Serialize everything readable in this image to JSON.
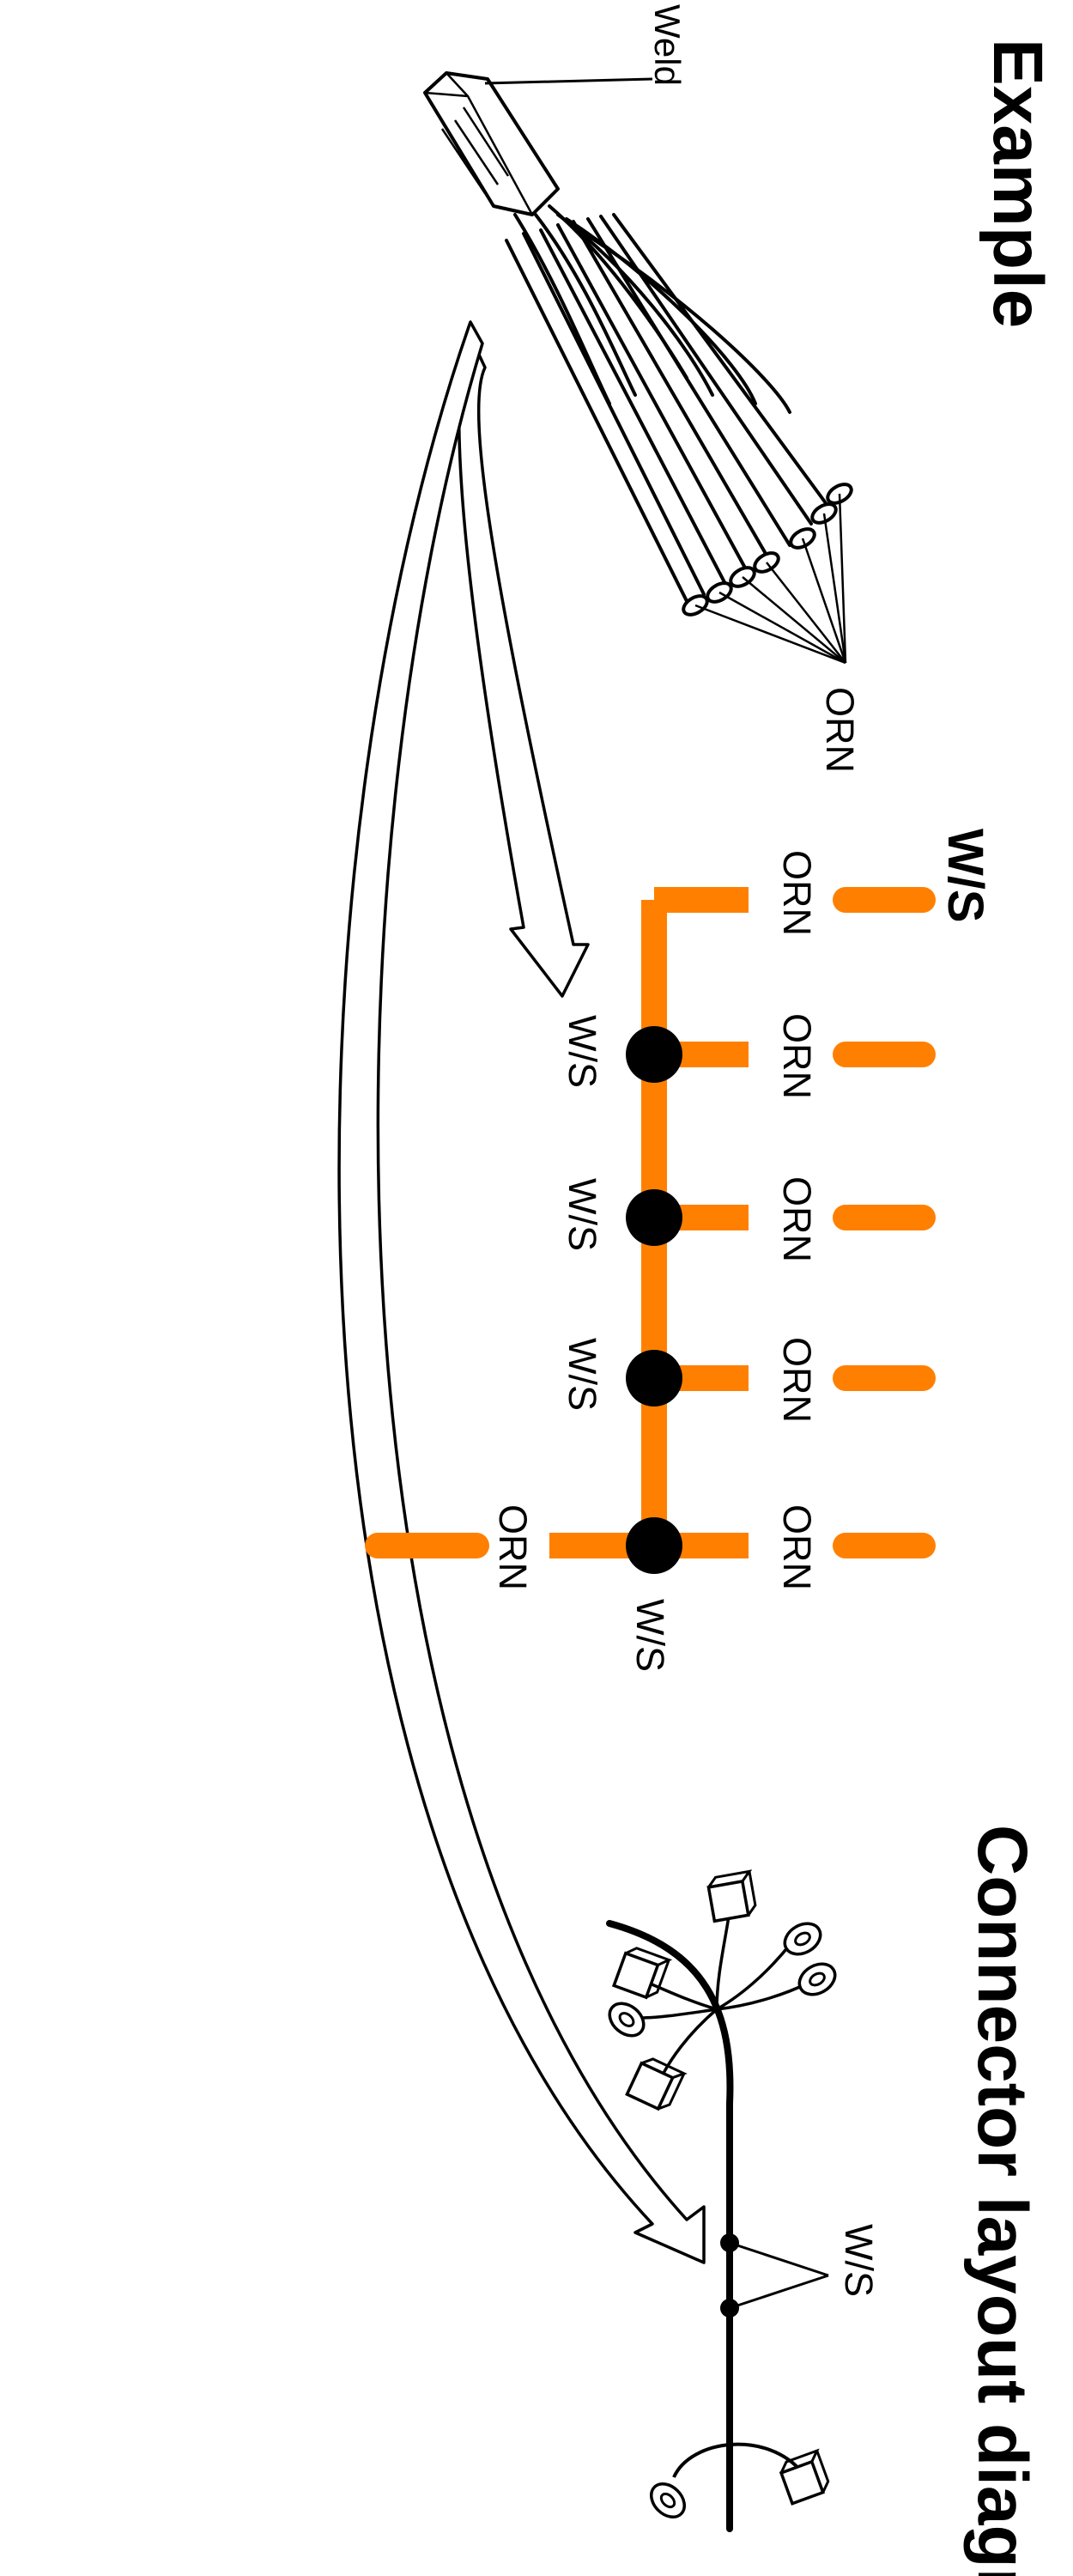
{
  "diagram": {
    "example_title": "Example",
    "weld_label": "Weld",
    "bundle_color_label": "ORN",
    "ws_heading": "W/S",
    "circuit": {
      "wire_labels": [
        "ORN",
        "ORN",
        "ORN",
        "ORN",
        "ORN",
        "ORN"
      ],
      "splice_labels": [
        "W/S",
        "W/S",
        "W/S",
        "W/S"
      ]
    },
    "layout_title": "Connector layout diagram",
    "layout_ws_label": "W/S",
    "colors": {
      "wire": "#ff8000",
      "splice_dot": "#000000",
      "line": "#000000",
      "background": "#ffffff"
    },
    "icons": [
      "weld-splice-bundle-icon",
      "curved-arrow-icon",
      "connector-icon",
      "ring-terminal-icon"
    ]
  }
}
